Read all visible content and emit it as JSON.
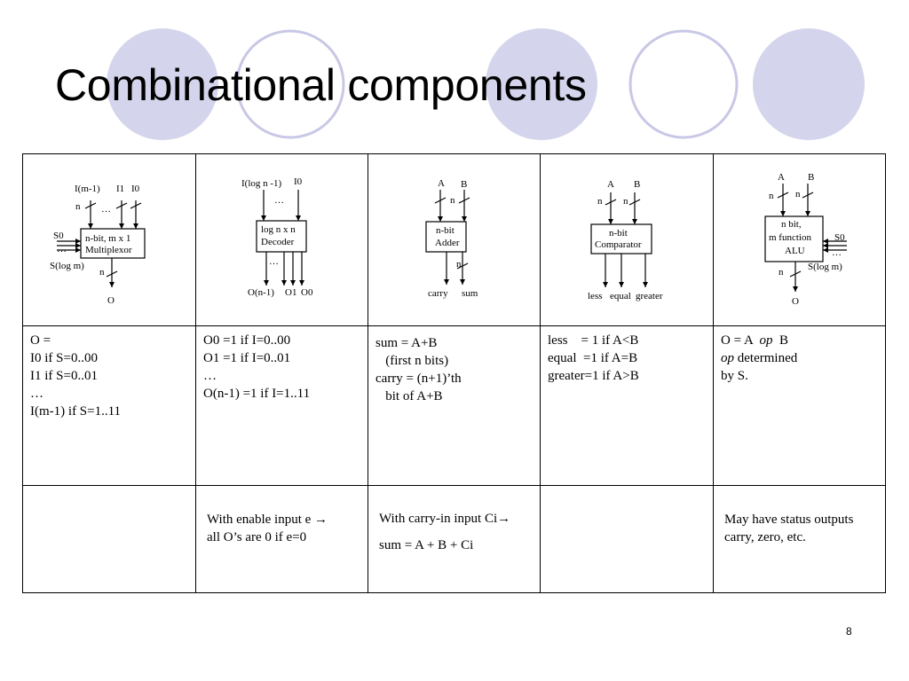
{
  "slide": {
    "title": "Combinational components",
    "page_number": "8",
    "colors": {
      "circle_fill": "#d4d4ec",
      "circle_stroke": "#c4c4e4"
    }
  },
  "diagrams": {
    "mux": {
      "in_m1": "I(m-1)",
      "in_1": "I1",
      "in_0": "I0",
      "n": "n",
      "dots": "…",
      "s0": "S0",
      "slog": "S(log m)",
      "box1": "n-bit, m x 1",
      "box2": "Multiplexor",
      "out": "O"
    },
    "decoder": {
      "in_label": "I(log n  -1)",
      "in_0": "I0",
      "dots": "…",
      "box1": "log n x n",
      "box2": "Decoder",
      "out_n1": "O(n-1)",
      "out_1": "O1",
      "out_0": "O0"
    },
    "adder": {
      "a": "A",
      "b": "B",
      "n": "n",
      "box1": "n-bit",
      "box2": "Adder",
      "carry": "carry",
      "sum": "sum"
    },
    "comparator": {
      "a": "A",
      "b": "B",
      "n": "n",
      "box1": "n-bit",
      "box2": "Comparator",
      "less": "less",
      "equal": "equal",
      "greater": "greater"
    },
    "alu": {
      "a": "A",
      "b": "B",
      "n": "n",
      "box1": "n bit,",
      "box2": "m function",
      "box3": "ALU",
      "s0": "S0",
      "dots": "…",
      "slog": "S(log m)",
      "out": "O"
    }
  },
  "functions": {
    "mux": [
      "O =",
      "I0 if S=0..00",
      "I1 if S=0..01",
      "…",
      "I(m-1) if S=1..11"
    ],
    "decoder": [
      "O0 =1 if I=0..00",
      "O1 =1 if I=0..01",
      "…",
      "O(n-1) =1 if I=1..11"
    ],
    "adder": [
      "sum = A+B",
      "   (first n bits)",
      "carry = (n+1)’th",
      "   bit of A+B"
    ],
    "comparator": [
      "less    = 1 if A<B",
      "equal  =1 if A=B",
      "greater=1 if A>B"
    ],
    "alu": {
      "l1a": "O = A  ",
      "l1op": "op",
      "l1b": "  B",
      "l2op": "op",
      "l2b": " determined",
      "l3": "by S."
    }
  },
  "notes": {
    "mux": "",
    "decoder": [
      "With enable input e →",
      "all O’s are 0 if e=0"
    ],
    "adder": [
      "With carry-in input Ci→",
      "sum = A + B + Ci"
    ],
    "comparator": "",
    "alu": [
      "May have status outputs",
      "carry, zero, etc."
    ]
  }
}
